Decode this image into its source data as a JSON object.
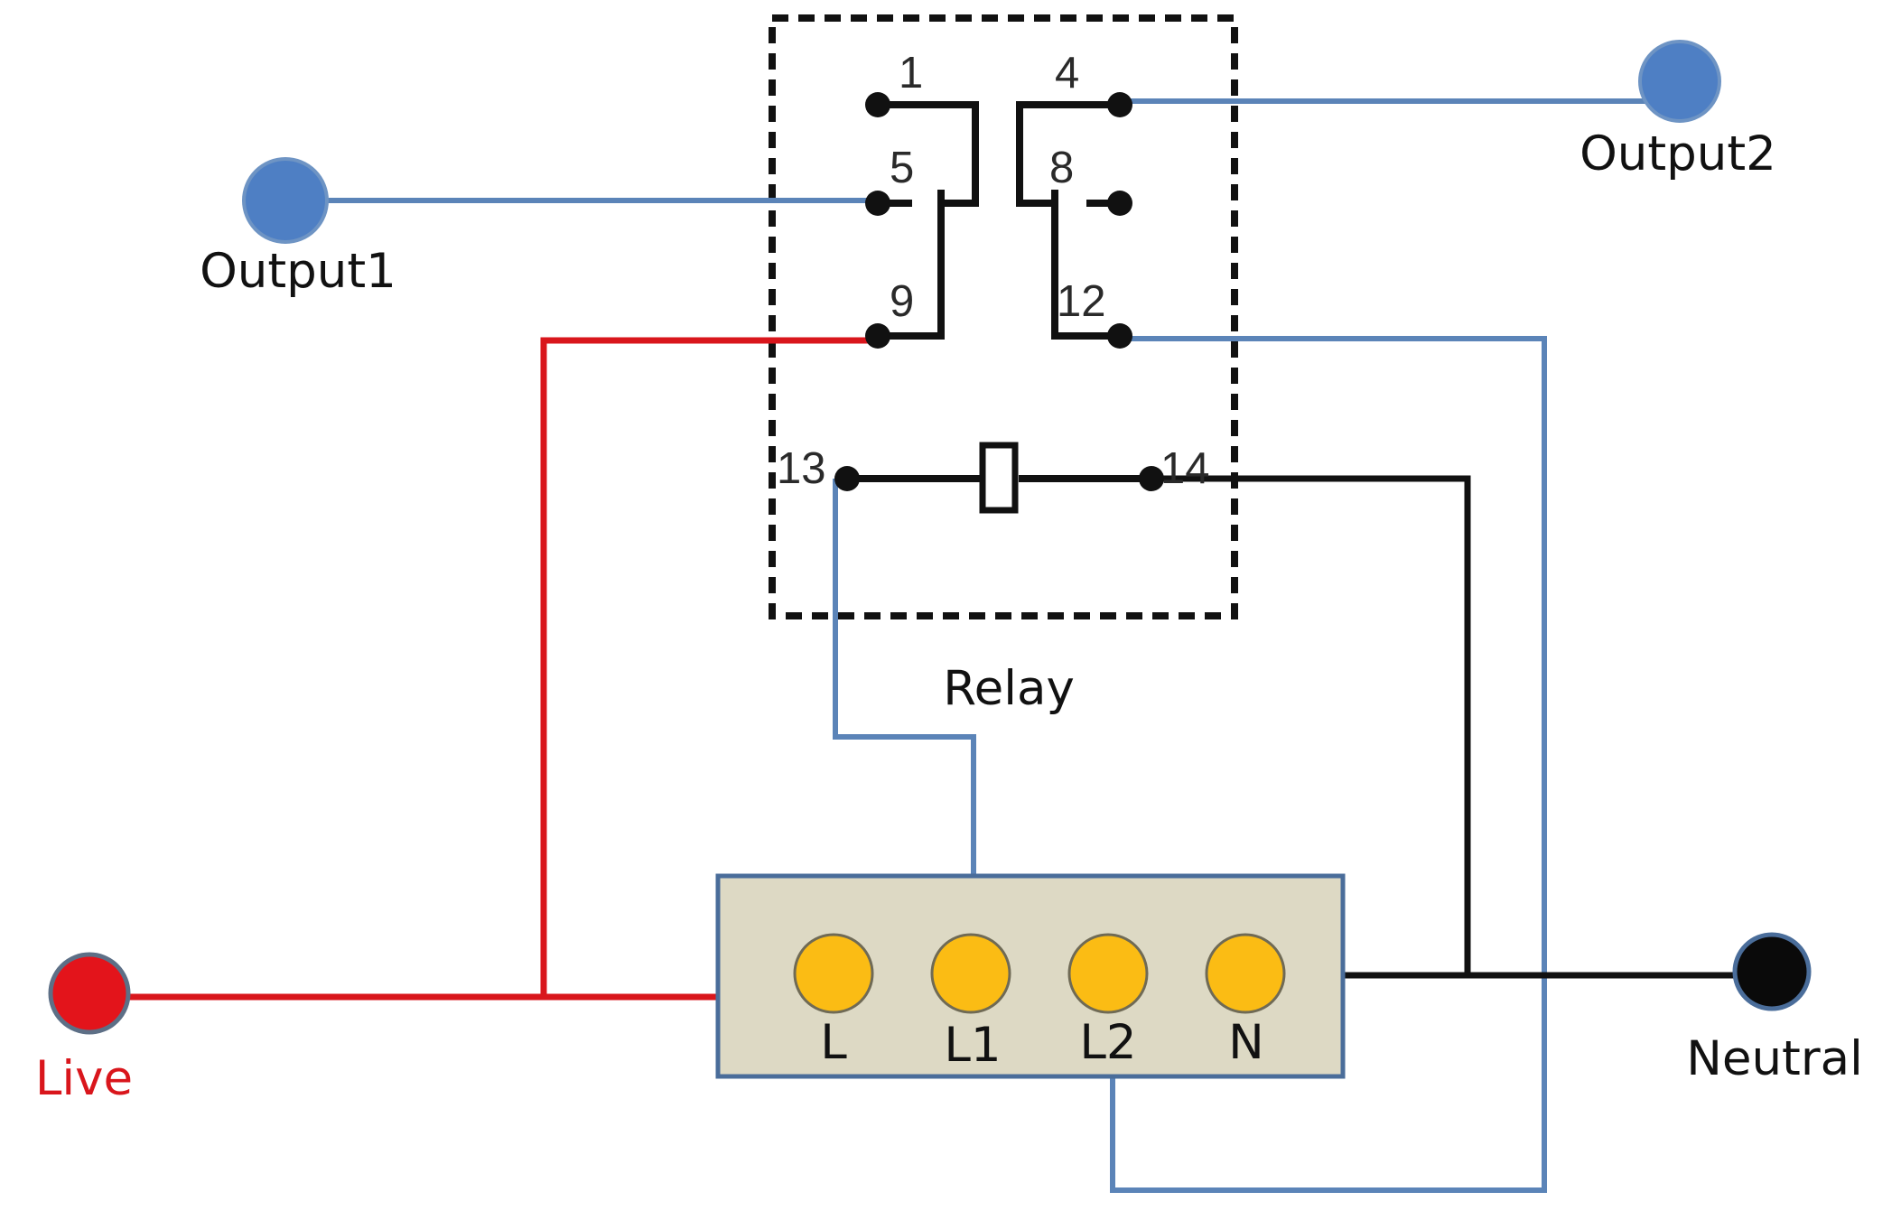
{
  "colors": {
    "blue_wire": "#5b84b8",
    "red_wire": "#d9161c",
    "black_wire": "#111111",
    "output_node": "#4e7fc4",
    "live_node": "#e3141b",
    "neutral_node": "#0a0a0a",
    "terminal": "#fbbc14",
    "terminal_block": "#ddd9c4",
    "terminal_block_border": "#4a6d9a",
    "live_text": "#d9161c"
  },
  "relay": {
    "label": "Relay",
    "pins": {
      "p1": "1",
      "p4": "4",
      "p5": "5",
      "p8": "8",
      "p9": "9",
      "p12": "12",
      "p13": "13",
      "p14": "14"
    }
  },
  "outputs": {
    "output1": "Output1",
    "output2": "Output2"
  },
  "sources": {
    "live": "Live",
    "neutral": "Neutral"
  },
  "terminals": {
    "l": "L",
    "l1": "L1",
    "l2": "L2",
    "n": "N"
  }
}
